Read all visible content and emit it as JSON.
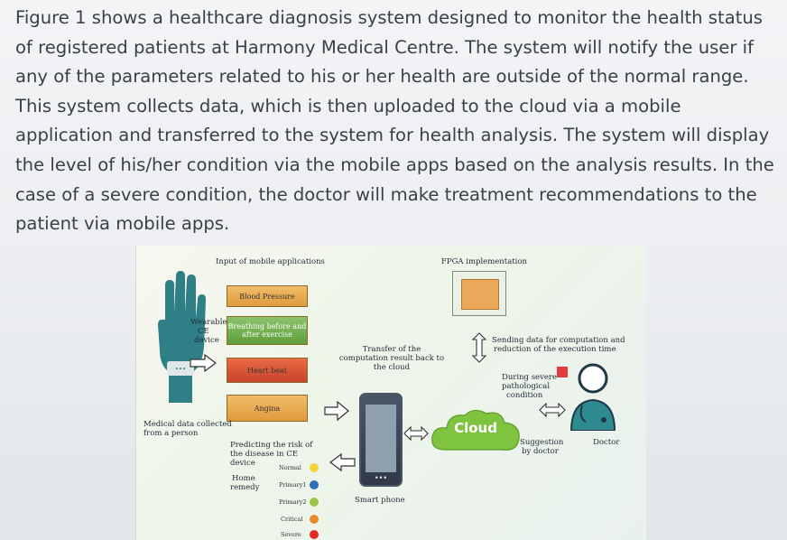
{
  "paragraph": {
    "lines": [
      "Figure 1 shows a healthcare diagnosis system designed to monitor the health status",
      "of registered patients at Harmony Medical Centre. The system will notify the user if",
      "any of the parameters related to his or her health are outside of the normal range.",
      "This system collects data, which is then uploaded to the cloud via a mobile",
      "application and transferred to the system for health analysis. The system will display",
      "the level of his/her condition via the mobile apps based on the analysis results. In the",
      "case of a severe condition, the doctor will make treatment recommendations to the",
      "patient via mobile apps."
    ]
  },
  "figure": {
    "input_title": "Input of mobile applications",
    "fpga_title": "FPGA implementation",
    "wearable_label": [
      "Wearable",
      "CE",
      "device"
    ],
    "medical_data_label": [
      "Medical data collected",
      "from a person"
    ],
    "bars": [
      "Blood Pressure",
      "Breathing before and after exercise",
      "Heart beat",
      "Angina"
    ],
    "transfer_label": [
      "Transfer of the",
      "computation result back to",
      "the cloud"
    ],
    "sending_label": [
      "Sending data for computation and",
      "reduction of the execution time"
    ],
    "severe_label": [
      "During severe",
      "pathological",
      "condition"
    ],
    "cloud_label": "Cloud",
    "suggestion_label": [
      "Suggestion",
      "by doctor"
    ],
    "doctor_label": "Doctor",
    "predict_label": [
      "Predicting the risk of",
      "the disease in CE",
      "device"
    ],
    "home_remedy_label": [
      "Home",
      "remedy"
    ],
    "smartphone_label": "Smart phone",
    "levels": [
      {
        "name": "Normal",
        "color": "#f2d33a"
      },
      {
        "name": "Primary1",
        "color": "#2e6fb8"
      },
      {
        "name": "Primary2",
        "color": "#9bc64a"
      },
      {
        "name": "Critical",
        "color": "#e88a2a"
      },
      {
        "name": "Severe",
        "color": "#e02a24"
      }
    ]
  }
}
